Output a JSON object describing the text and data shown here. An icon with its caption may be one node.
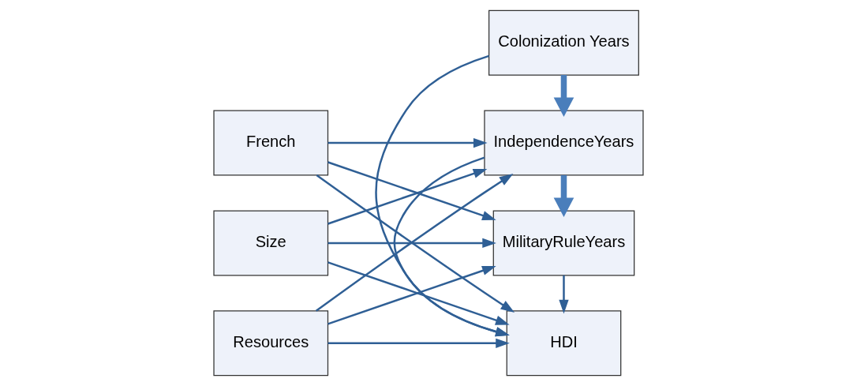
{
  "diagram": {
    "nodes": [
      {
        "text": [
          "HDI"
        ]
      },
      {
        "text": [
          "French"
        ]
      },
      {
        "text": [
          "Size"
        ]
      },
      {
        "text": [
          "Resources"
        ]
      },
      {
        "text": [
          "IndependenceYears"
        ]
      },
      {
        "text": [
          "Colonization Years"
        ]
      },
      {
        "text": [
          "MilitaryRuleYears"
        ]
      }
    ],
    "edges": [
      {
        "from": 1,
        "to": 0,
        "arrow": "to"
      },
      {
        "from": 1,
        "to": 4,
        "arrow": "to"
      },
      {
        "from": 1,
        "to": 6,
        "arrow": "to"
      },
      {
        "from": 2,
        "to": 0,
        "arrow": "to"
      },
      {
        "from": 2,
        "to": 4,
        "arrow": "to"
      },
      {
        "from": 2,
        "to": 6,
        "arrow": "to"
      },
      {
        "from": 3,
        "to": 0,
        "arrow": "to"
      },
      {
        "from": 3,
        "to": 4,
        "arrow": "to"
      },
      {
        "from": 3,
        "to": 6,
        "arrow": "to"
      },
      {
        "from": 4,
        "to": 0,
        "arrow": "to"
      },
      {
        "from": 5,
        "to": 0,
        "arrow": "to"
      },
      {
        "from": 6,
        "to": 0,
        "arrow": "to"
      },
      {
        "from": 5,
        "to": 4,
        "arrow": "to",
        "style": "thick"
      },
      {
        "from": 4,
        "to": 6,
        "arrow": "to",
        "style": "thick"
      }
    ]
  }
}
